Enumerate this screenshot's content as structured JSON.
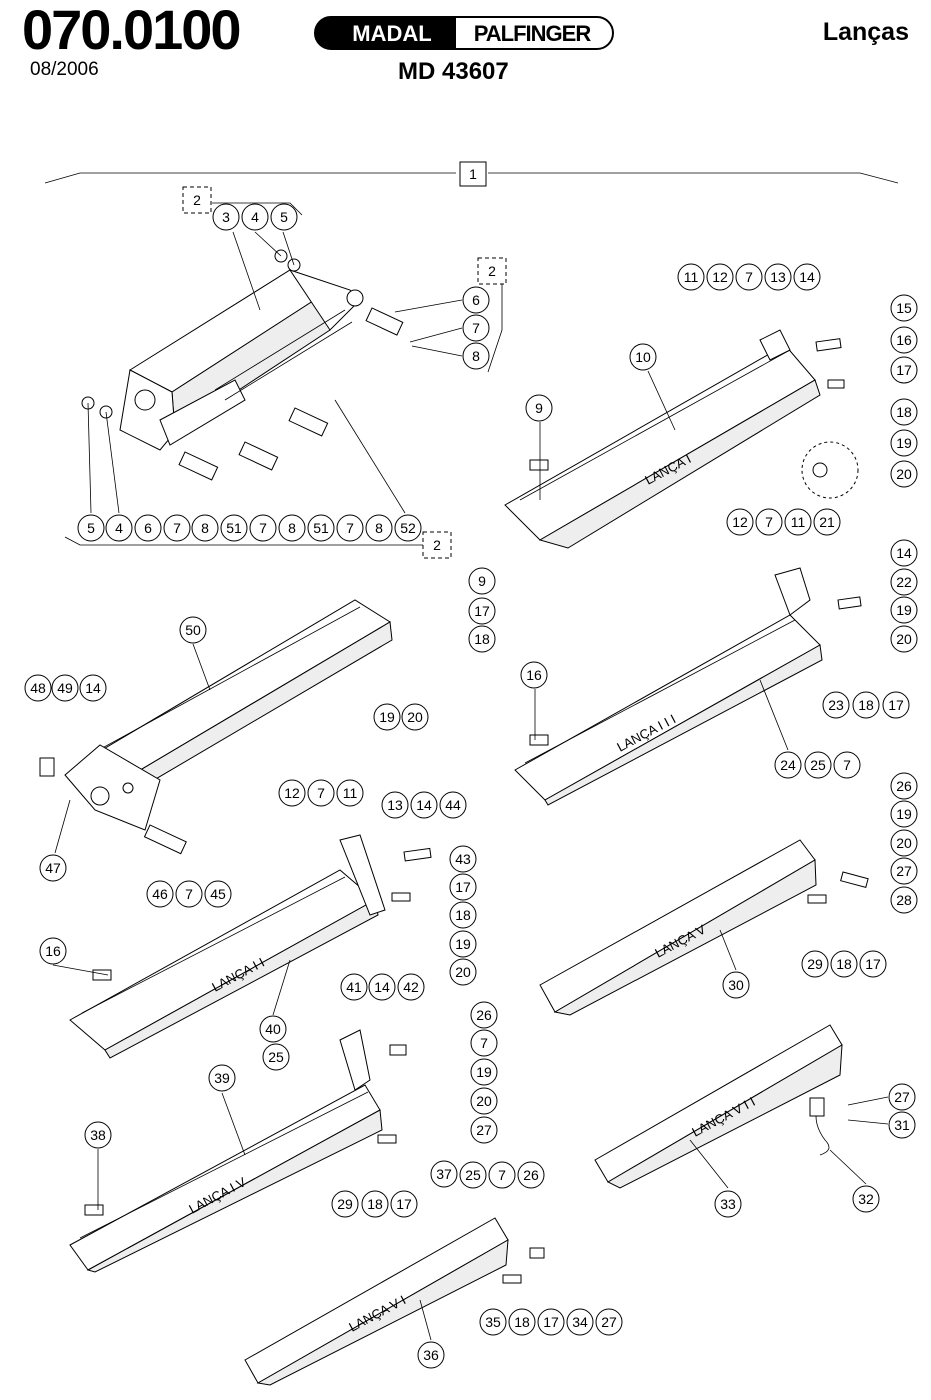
{
  "header": {
    "code": "070.0100",
    "date": "08/2006",
    "brand_left": "MADAL",
    "brand_right": "PALFINGER",
    "model": "MD 43607",
    "title": "Lanças"
  },
  "boom_labels": [
    "LANÇA I",
    "LANÇA I I",
    "LANÇA I I I",
    "LANÇA I V",
    "LANÇA V",
    "LANÇA V I",
    "LANÇA V I I"
  ],
  "box_callouts": [
    "1",
    "2",
    "2",
    "2"
  ],
  "callouts": [
    "3",
    "4",
    "5",
    "6",
    "7",
    "8",
    "5",
    "4",
    "6",
    "7",
    "8",
    "51",
    "7",
    "8",
    "51",
    "7",
    "8",
    "52",
    "11",
    "12",
    "7",
    "13",
    "14",
    "15",
    "10",
    "16",
    "17",
    "18",
    "9",
    "19",
    "20",
    "12",
    "7",
    "11",
    "21",
    "14",
    "22",
    "19",
    "20",
    "16",
    "23",
    "18",
    "17",
    "24",
    "25",
    "7",
    "50",
    "9",
    "17",
    "18",
    "48",
    "49",
    "14",
    "19",
    "20",
    "47",
    "46",
    "7",
    "45",
    "12",
    "7",
    "11",
    "13",
    "14",
    "44",
    "43",
    "17",
    "18",
    "19",
    "20",
    "16",
    "40",
    "26",
    "19",
    "20",
    "27",
    "28",
    "29",
    "18",
    "17",
    "30",
    "41",
    "14",
    "42",
    "26",
    "7",
    "25",
    "19",
    "20",
    "27",
    "39",
    "38",
    "37",
    "29",
    "18",
    "17",
    "27",
    "31",
    "32",
    "33",
    "25",
    "7",
    "26",
    "35",
    "18",
    "17",
    "34",
    "27",
    "36"
  ]
}
